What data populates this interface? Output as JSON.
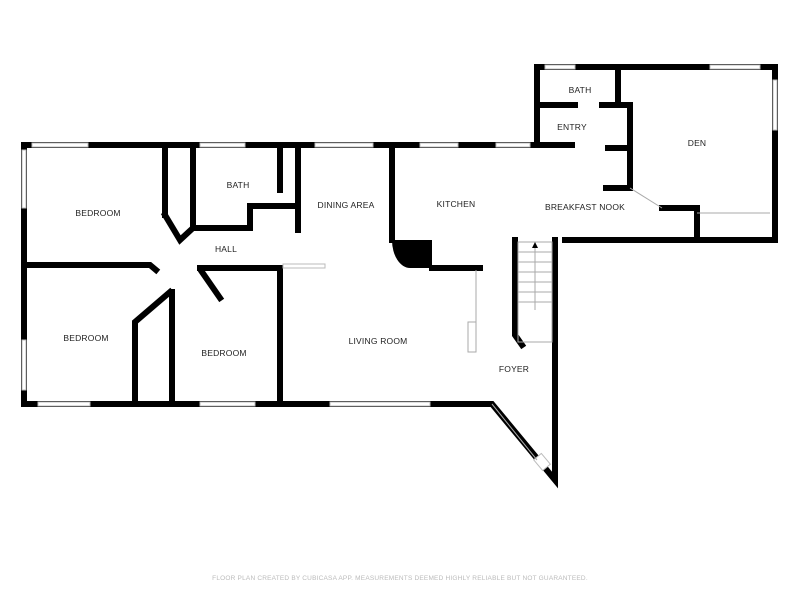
{
  "rooms": {
    "bedroom_1": "BEDROOM",
    "bedroom_2": "BEDROOM",
    "bedroom_3": "BEDROOM",
    "bath_1": "BATH",
    "bath_2": "BATH",
    "hall": "HALL",
    "dining_area": "DINING AREA",
    "kitchen": "KITCHEN",
    "breakfast_nook": "BREAKFAST NOOK",
    "entry": "ENTRY",
    "den": "DEN",
    "living_room": "LIVING ROOM",
    "foyer": "FOYER"
  },
  "footer": "FLOOR PLAN CREATED BY CUBICASA APP. MEASUREMENTS DEEMED HIGHLY RELIABLE BUT NOT GUARANTEED."
}
